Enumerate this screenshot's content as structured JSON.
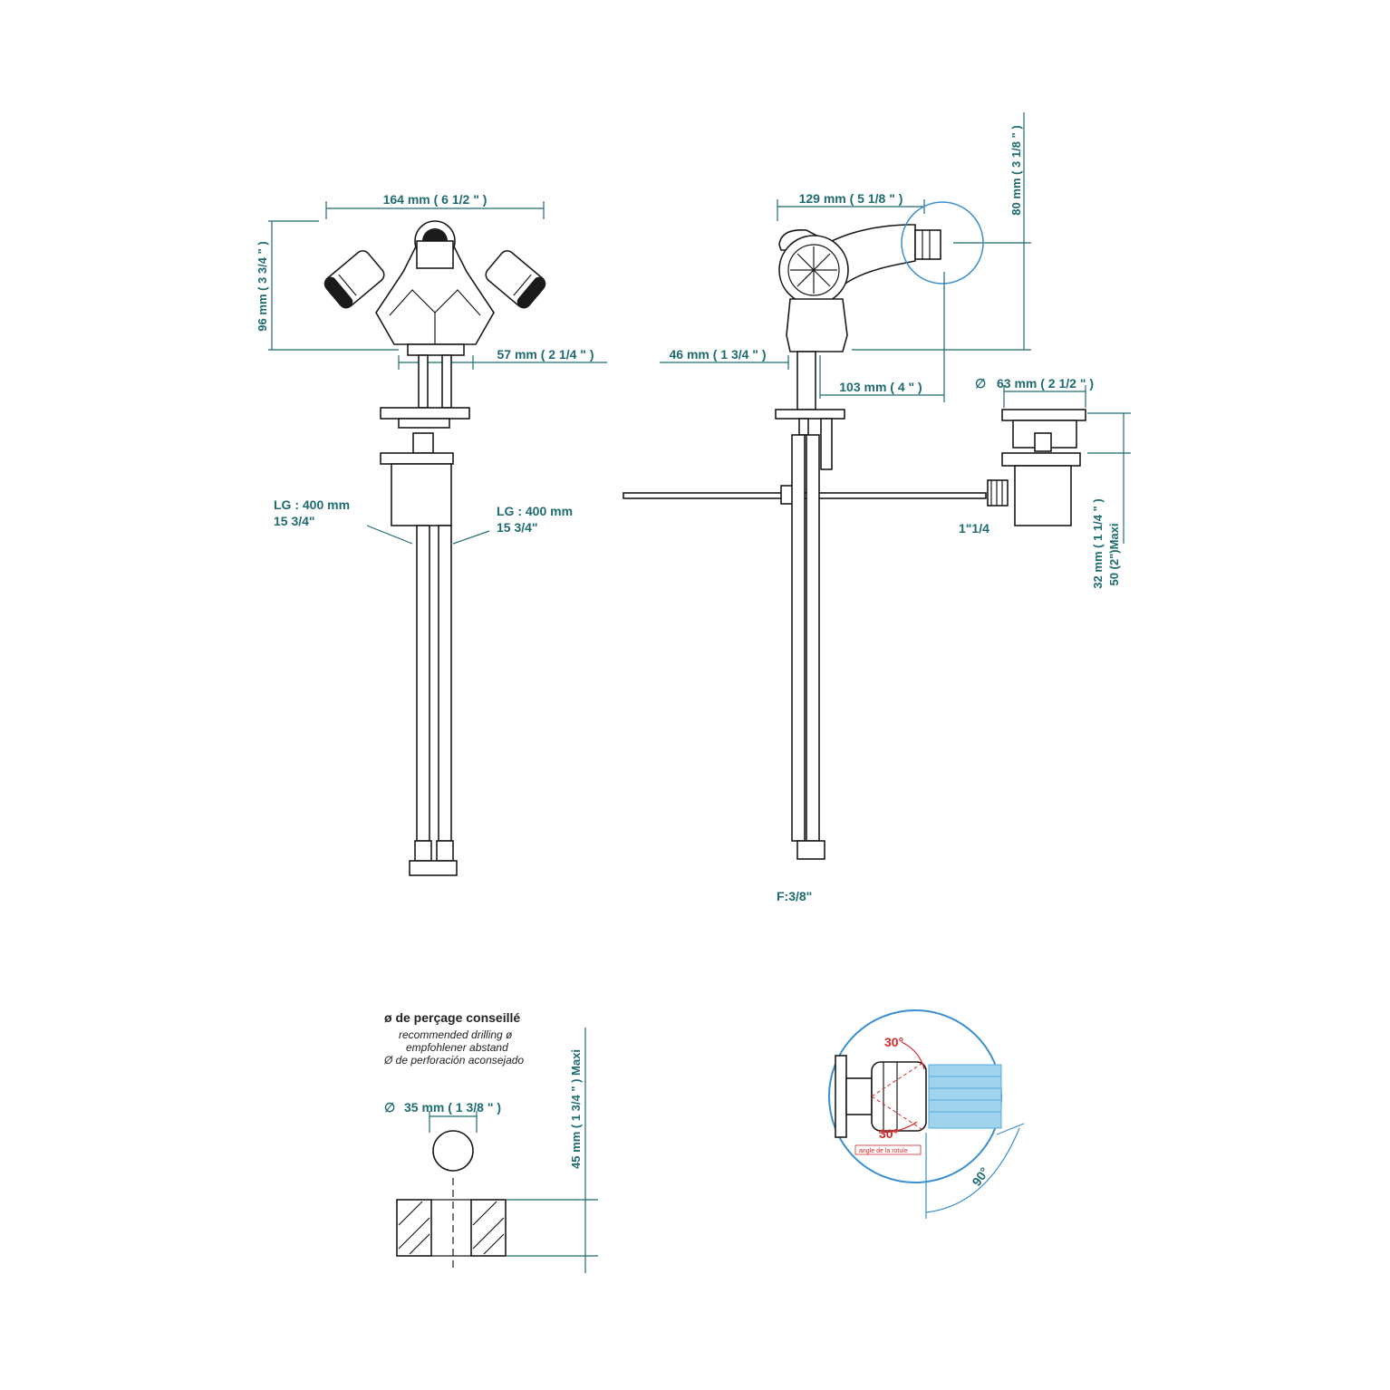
{
  "colors": {
    "dimension": "#1e6b70",
    "outline": "#1a1a1a",
    "detail_circle": "#3a8fd0",
    "highlight": "#9fd3ee",
    "angle_red": "#d32b2b"
  },
  "front_view": {
    "width_top": "164 mm ( 6 1/2 \" )",
    "height_left": "96 mm ( 3 3/4 \" )",
    "base_width": "57 mm ( 2 1/4 \" )",
    "hose_left_line1": "LG : 400 mm",
    "hose_left_line2": "15 3/4\"",
    "hose_right_line1": "LG : 400 mm",
    "hose_right_line2": "15 3/4\""
  },
  "side_view": {
    "depth_top": "129 mm ( 5 1/8 \" )",
    "height_right": "80 mm ( 3 1/8 \" )",
    "base_left": "46 mm ( 1 3/4 \" )",
    "reach": "103 mm ( 4 \" )",
    "connection": "F:3/8\""
  },
  "waste": {
    "diameter": "63 mm ( 2 1/2 \" )",
    "outlet_thread": "1\"1/4",
    "height_line1": "32 mm ( 1 1/4 \" )",
    "height_line2": "50 (2\")Maxi"
  },
  "drilling": {
    "title": "ø de perçage conseillé",
    "line_en": "recommended drilling ø",
    "line_de": "empfohlener abstand",
    "line_es": "Ø de perforación aconsejado",
    "hole_diameter": "35 mm ( 1 3/8 \" )",
    "max_thickness": "45 mm ( 1 3/4 \" )  Maxi"
  },
  "detail": {
    "angle_top": "30°",
    "angle_bottom": "30°",
    "angle_caption": "angle de la rotule",
    "rotation": "90°"
  }
}
